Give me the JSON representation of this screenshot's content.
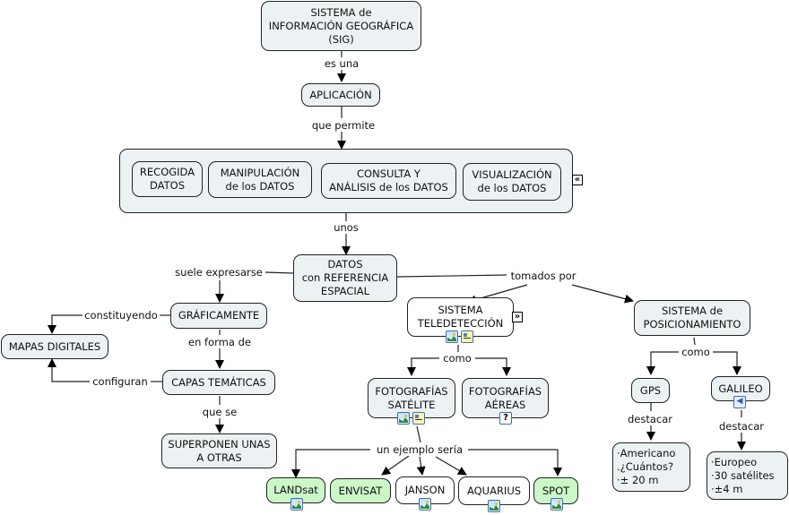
{
  "concept_map": {
    "nodes": {
      "sig": "SISTEMA de\nINFORMACIÓN GEOGRÁFICA\n(SIG)",
      "aplicacion": "APLICACIÓN",
      "recogida": "RECOGIDA\nDATOS",
      "manipulacion": "MANIPULACIÓN\nde los DATOS",
      "consulta": "CONSULTA Y\nANÁLISIS de los DATOS",
      "visualizacion": "VISUALIZACIÓN\nde los DATOS",
      "datos": "DATOS\ncon REFERENCIA\nESPACIAL",
      "graficamente": "GRÁFICAMENTE",
      "mapas": "MAPAS DIGITALES",
      "capas": "CAPAS TEMÁTICAS",
      "superponen": "SUPERPONEN UNAS\nA OTRAS",
      "teledeteccion": "SISTEMA\nTELEDETECCIÓN",
      "posicionamiento": "SISTEMA de\nPOSICIONAMIENTO",
      "foto_satelite": "FOTOGRAFÍAS\nSATÉLITE",
      "foto_aereas": "FOTOGRAFÍAS\nAÉREAS",
      "gps": "GPS",
      "galileo": "GALILEO",
      "gps_info": "·Americano\n.¿Cuántos?\n·± 20 m",
      "galileo_info": "·Europeo\n·30 satélites\n·±4 m",
      "landsat": "LANDsat",
      "envisat": "ENVISAT",
      "janson": "JANSON",
      "aquarius": "AQUARIUS",
      "spot": "SPOT"
    },
    "links": {
      "es_una": "es una",
      "que_permite": "que permite",
      "unos": "unos",
      "suele_expresarse": "suele expresarse",
      "tomados_por": "tomados por",
      "constituyendo": "constituyendo",
      "en_forma_de": "en forma de",
      "configuran": "configuran",
      "que_se": "que se",
      "como_tele": "como",
      "como_pos": "como",
      "un_ejemplo_seria": "un ejemplo sería",
      "destacar_gps": "destacar",
      "destacar_galileo": "destacar"
    },
    "icons": {
      "expand_left": "«",
      "expand_right": "»",
      "image": "image-resource-icon",
      "document": "document-resource-icon",
      "unknown": "?",
      "sound": "◀"
    },
    "colors": {
      "node_fill": "#ecf2f4",
      "highlight_fill": "#ccf7c8",
      "plain_fill": "#ffffff",
      "line": "#222222"
    }
  }
}
